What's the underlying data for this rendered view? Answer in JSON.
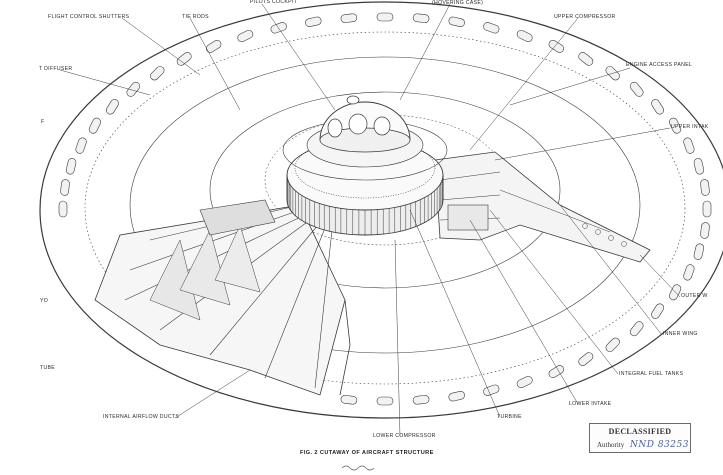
{
  "labels": {
    "pilots_cockpit": "PILOTS COCKPIT",
    "hovering_case": "(HOVERING CASE)",
    "flight_control_shutters": "FLIGHT CONTROL SHUTTERS",
    "tie_rods": "TIE RODS",
    "upper_compressor": "UPPER COMPRESSOR",
    "diffuser": "T DIFFUSER",
    "engine_access_panel": "ENGINE ACCESS PANEL",
    "upper_intake": "UPPER INTAK",
    "left_f": "F",
    "outer_wing": "OUTER W",
    "left_yo": "YO",
    "inner_wing": "INNER WING",
    "left_tube": "TUBE",
    "integral_fuel_tanks": "INTEGRAL FUEL TANKS",
    "lower_intake": "LOWER INTAKE",
    "internal_airflow_ducts": "INTERNAL AIRFLOW DUCTS",
    "turbine": "TURBINE",
    "lower_compressor": "LOWER COMPRESSOR"
  },
  "caption": "FIG. 2 CUTAWAY OF AIRCRAFT STRUCTURE",
  "stamp": {
    "title": "DECLASSIFIED",
    "authority": "Authority",
    "code": "NND 83253"
  }
}
